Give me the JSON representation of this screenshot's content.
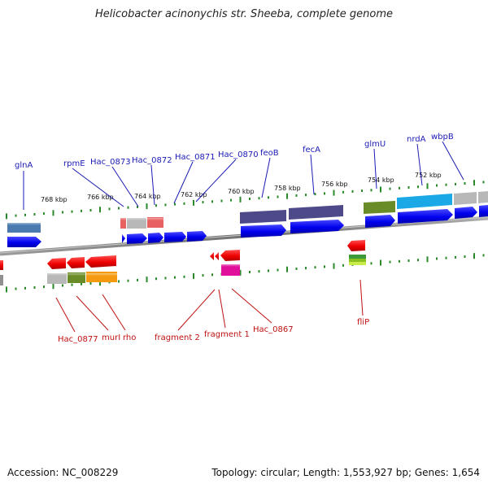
{
  "title": "Helicobacter acinonychis str. Sheeba, complete genome",
  "footer": {
    "accession": "Accession: NC_008229",
    "topology": "Topology: circular; Length: 1,553,927 bp; Genes: 1,654"
  },
  "scale_labels": [
    "768 kbp",
    "766 kbp",
    "764 kbp",
    "762 kbp",
    "760 kbp",
    "758 kbp",
    "756 kbp",
    "754 kbp",
    "752 kbp"
  ],
  "top_genes": [
    "glnA",
    "rpmE",
    "Hac_0873",
    "Hac_0872",
    "Hac_0871",
    "Hac_0870",
    "feoB",
    "fecA",
    "glmU",
    "nrdA",
    "wbpB"
  ],
  "bottom_genes": [
    "Hac_0877",
    "murI",
    "rho",
    "fragment 2",
    "fragment 1",
    "Hac_0867",
    "fliP"
  ],
  "colors": {
    "forward_gene": "#0000ee",
    "reverse_gene": "#ee0000",
    "top_label": "#1a1ab4",
    "bottom_label": "#c01010",
    "tick": "#2a8a2a",
    "backbone": "#808080"
  }
}
